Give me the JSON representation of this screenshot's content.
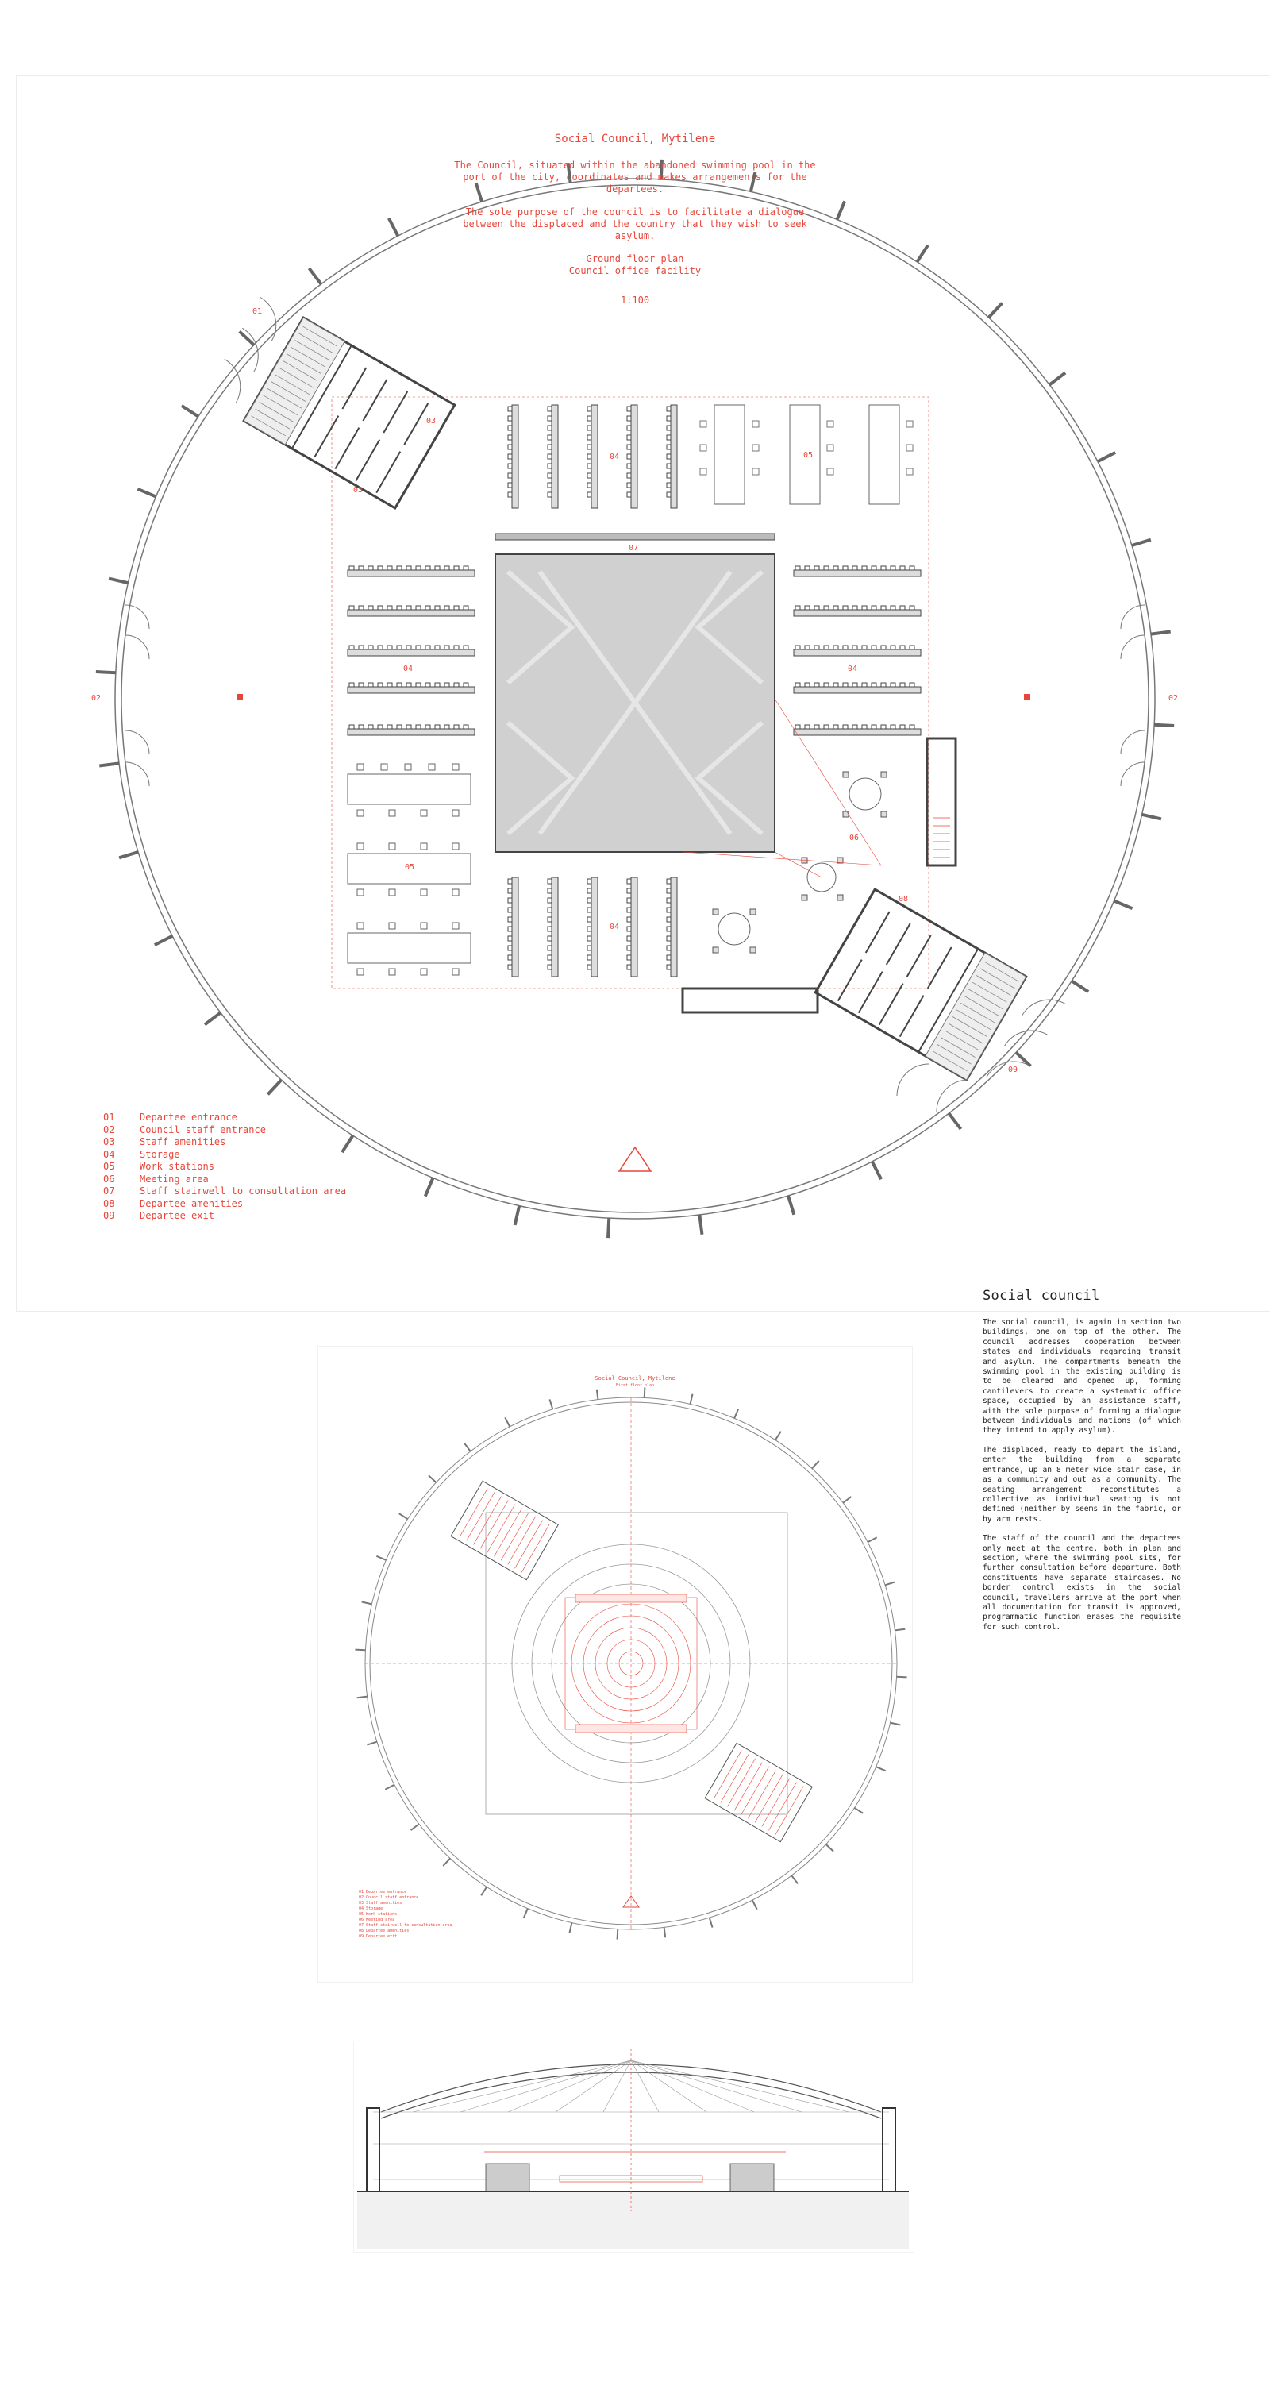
{
  "plan": {
    "title": "Social Council, Mytilene",
    "description_1": "The Council, situated within the abandoned swimming pool in the port of the city, coordinates and makes arrangements for the departees.",
    "description_2": "The sole purpose of the council is to facilitate a dialogue between the displaced and the country that they wish to seek asylum.",
    "subtitle_1": "Ground floor plan",
    "subtitle_2": "Council office facility",
    "scale": "1:100",
    "room_labels": [
      "01",
      "02",
      "03",
      "04",
      "05",
      "06",
      "07",
      "08",
      "09"
    ],
    "legend": [
      {
        "num": "01",
        "label": "Departee entrance"
      },
      {
        "num": "02",
        "label": "Council staff entrance"
      },
      {
        "num": "03",
        "label": "Staff amenities"
      },
      {
        "num": "04",
        "label": "Storage"
      },
      {
        "num": "05",
        "label": "Work stations"
      },
      {
        "num": "06",
        "label": "Meeting area"
      },
      {
        "num": "07",
        "label": "Staff stairwell to consultation area"
      },
      {
        "num": "08",
        "label": "Departee amenities"
      },
      {
        "num": "09",
        "label": "Departee exit"
      }
    ]
  },
  "sidebar": {
    "heading": "Social council",
    "paragraphs": [
      "The social council, is again in section two buildings, one on top of the other. The council addresses cooperation between states and individuals regarding transit and asylum. The compartments beneath the swimming pool in the existing building is to be cleared and opened up, forming cantilevers to create a systematic office space, occupied by an assistance staff, with the sole purpose of forming a dialogue between individuals and nations (of which they intend to apply asylum).",
      "The displaced, ready to depart the island, enter the building from a separate entrance, up an 8 meter wide stair case, in as a community and out as a community. The seating arrangement reconstitutes a collective as individual seating is not defined (neither by seems in the fabric, or by arm rests.",
      "The staff of the council and the departees only meet at the centre, both in plan and section, where the swimming pool sits, for further consultation before departure. Both constituents have separate staircases. No border control exists in the social council, travellers arrive at the port when all documentation for transit is approved, programmatic function erases the requisite for such control."
    ]
  },
  "plan2": {
    "title": "Social Council, Mytilene",
    "subtitle": "First floor plan"
  }
}
